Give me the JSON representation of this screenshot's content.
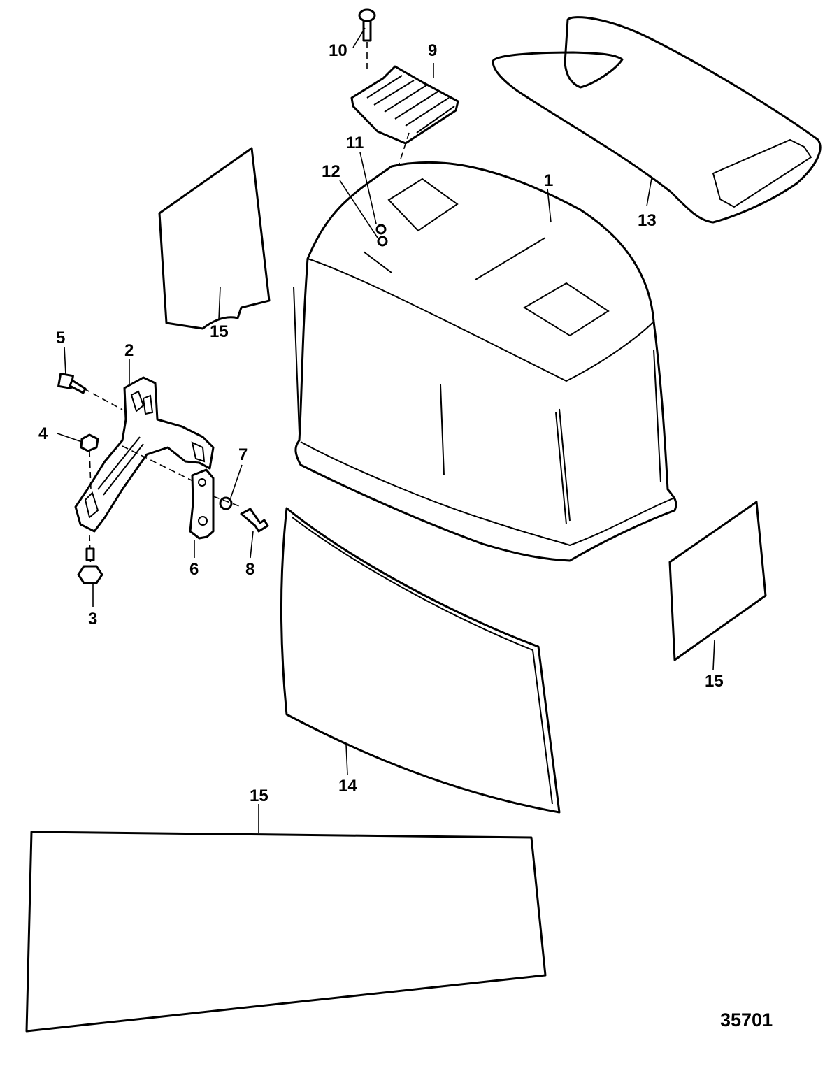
{
  "diagram": {
    "drawing_number": "35701",
    "callouts": {
      "cowl": "1",
      "bracket": "2",
      "grommet_bottom": "3",
      "grommet_left": "4",
      "screw_bracket": "5",
      "latch": "6",
      "washer": "7",
      "screw_latch": "8",
      "vent_cover": "9",
      "screw_vent": "10",
      "nut_a": "11",
      "nut_b": "12",
      "top_decal": "13",
      "front_decal": "14",
      "side_decal_left": "15",
      "side_decal_right": "15",
      "bottom_decal": "15"
    }
  }
}
